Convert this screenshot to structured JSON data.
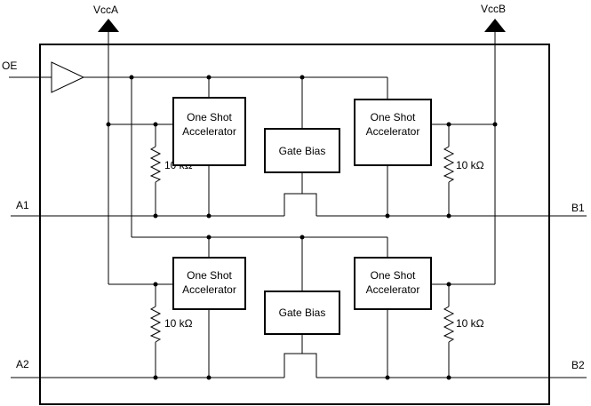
{
  "diagram": {
    "supply_a": "VccA",
    "supply_b": "VccB",
    "pin_oe": "OE",
    "pin_a1": "A1",
    "pin_a2": "A2",
    "pin_b1": "B1",
    "pin_b2": "B2",
    "accelerator_line1": "One Shot",
    "accelerator_line2": "Accelerator",
    "gate_bias": "Gate Bias",
    "resistor": "10 kΩ"
  }
}
